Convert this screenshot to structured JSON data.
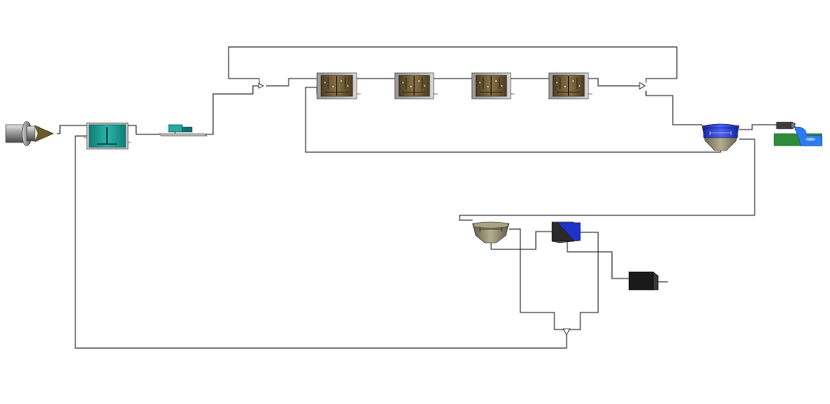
{
  "diagram": {
    "title": "",
    "units": [
      {
        "id": "influent",
        "icon": "influent-pipe-icon"
      },
      {
        "id": "primary-clarifier",
        "icon": "tank-icon",
        "color": "#1aa39a"
      },
      {
        "id": "chemical-dosing",
        "icon": "dosing-pump-icon",
        "color": "#2aa7a0"
      },
      {
        "id": "splitter-1",
        "icon": "splitter-icon"
      },
      {
        "id": "reactor-1",
        "icon": "bioreactor-icon",
        "color": "#6e5a3a"
      },
      {
        "id": "reactor-2",
        "icon": "bioreactor-icon",
        "color": "#6e5a3a"
      },
      {
        "id": "reactor-3",
        "icon": "bioreactor-icon",
        "color": "#6e5a3a"
      },
      {
        "id": "reactor-4",
        "icon": "bioreactor-icon",
        "color": "#6e5a3a"
      },
      {
        "id": "splitter-2",
        "icon": "splitter-icon"
      },
      {
        "id": "secondary-clarifier",
        "icon": "clarifier-icon",
        "color": "#2b3fd6"
      },
      {
        "id": "effluent",
        "icon": "river-outfall-icon",
        "color": "#2e8b3a"
      },
      {
        "id": "thickener",
        "icon": "thickener-icon",
        "color": "#8a8468"
      },
      {
        "id": "digester",
        "icon": "digester-icon",
        "color": "#1f33c8"
      },
      {
        "id": "sludge-disposal",
        "icon": "sludge-bin-icon",
        "color": "#111111"
      },
      {
        "id": "mixer",
        "icon": "mixer-icon"
      }
    ]
  }
}
